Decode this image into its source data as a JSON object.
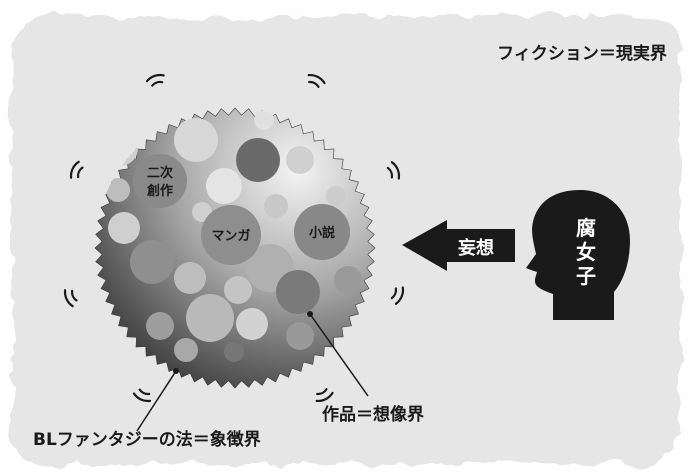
{
  "frame_label": "フィクション＝現実界",
  "sphere": {
    "labels": {
      "niji_line1": "二次",
      "niji_line2": "創作",
      "manga": "マンガ",
      "shousetsu": "小説"
    }
  },
  "arrow_label": "妄想",
  "head_text": [
    "腐",
    "女",
    "子"
  ],
  "caption_left": "BLファンタジーの法＝象徴界",
  "caption_right": "作品＝想像界",
  "colors": {
    "frame_fill": "#e6e6e6",
    "frame_edge": "#ffffff",
    "head_fill": "#1a1a1a",
    "arrow_fill": "#1a1a1a",
    "text": "#1a1a1a",
    "sphere_light": "#f0f0f0",
    "sphere_dark": "#2e2e2e",
    "bubble_label_fill": "#8a8a8a"
  }
}
